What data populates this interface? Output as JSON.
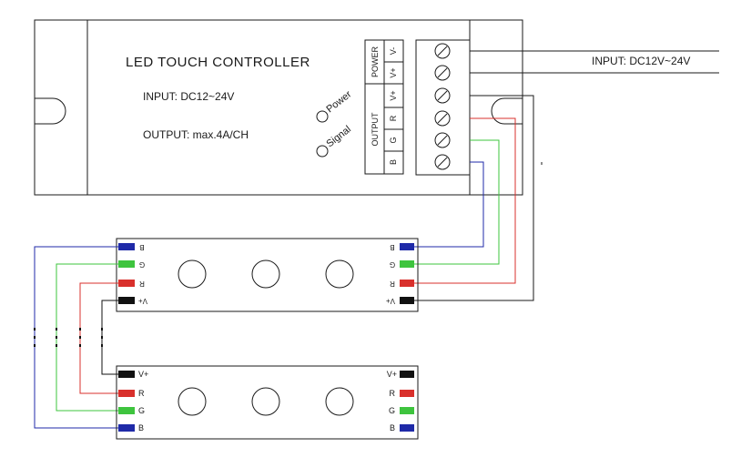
{
  "controller": {
    "title": "LED TOUCH  CONTROLLER",
    "input_spec": "INPUT: DC12~24V",
    "output_spec": "OUTPUT: max.4A/CH",
    "indicators": [
      "Power",
      "Signal"
    ]
  },
  "terminal_block": {
    "groups": [
      {
        "label": "POWER",
        "pins": [
          "V-",
          "V+"
        ]
      },
      {
        "label": "OUTPUT",
        "pins": [
          "V+",
          "R",
          "G",
          "B"
        ]
      }
    ]
  },
  "power_input": {
    "label": "INPUT: DC12V~24V"
  },
  "strip_top": {
    "left_pins": [
      "B",
      "G",
      "R",
      "V+"
    ],
    "right_pins": [
      "B",
      "G",
      "R",
      "V+"
    ]
  },
  "strip_bottom": {
    "left_pins": [
      "V+",
      "R",
      "G",
      "B"
    ],
    "right_pins": [
      "V+",
      "R",
      "G",
      "B"
    ]
  },
  "colors": {
    "line": "#1a1a1a",
    "red": "#d9302c",
    "green": "#3ec43e",
    "blue": "#1f2aa8",
    "black": "#111111"
  }
}
